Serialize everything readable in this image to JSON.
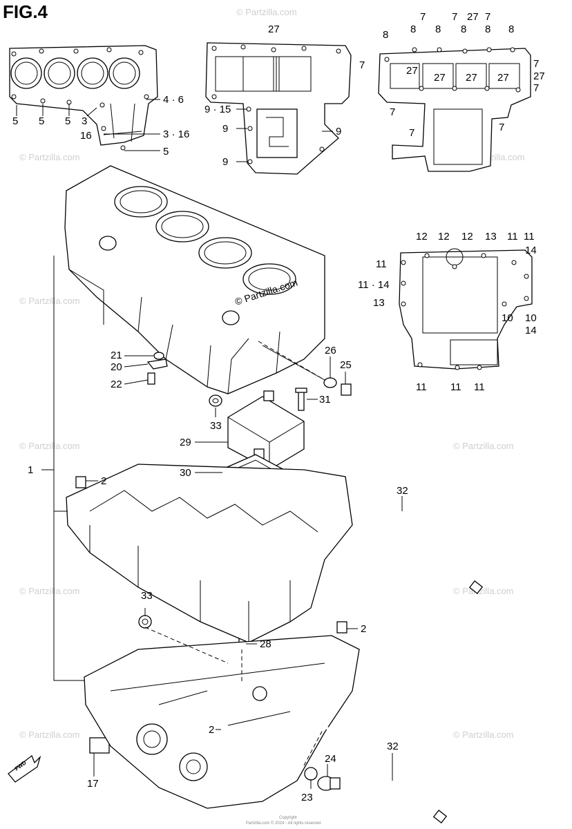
{
  "figure": {
    "title": "FIG.4"
  },
  "watermark": {
    "text": "© Partzilla.com"
  },
  "center_watermark": {
    "text": "© Partzilla.com"
  },
  "fwd_marker": {
    "text": "FWD"
  },
  "copyright": {
    "line1": "Copyright",
    "line2": "Partzilla.com © 2024 - All rights reserved"
  },
  "callouts": {
    "c1": "1",
    "c2a": "2",
    "c2b": "2",
    "c2c": "2",
    "c3": "3",
    "c3_16": "3 · 16",
    "c4_6": "4 · 6",
    "c5a": "5",
    "c5b": "5",
    "c5c": "5",
    "c5d": "5",
    "c7a": "7",
    "c7b": "7",
    "c7c": "7",
    "c7d": "7",
    "c7e": "7",
    "c7f": "7",
    "c7g": "7",
    "c7h": "7",
    "c7i": "7",
    "c8a": "8",
    "c8b": "8",
    "c8c": "8",
    "c8d": "8",
    "c8e": "8",
    "c8f": "8",
    "c9_15": "9 · 15",
    "c9a": "9",
    "c9b": "9",
    "c9c": "9",
    "c10a": "10",
    "c10b": "10",
    "c11a": "11",
    "c11b": "11",
    "c11c": "11",
    "c11d": "11",
    "c11e": "11",
    "c11f": "11",
    "c11_14": "11 · 14",
    "c12a": "12",
    "c12b": "12",
    "c12c": "12",
    "c13a": "13",
    "c13b": "13",
    "c14a": "14",
    "c14b": "14",
    "c16": "16",
    "c17": "17",
    "c20": "20",
    "c21": "21",
    "c22": "22",
    "c23": "23",
    "c24": "24",
    "c25": "25",
    "c26": "26",
    "c27a": "27",
    "c27b": "27",
    "c27c": "27",
    "c27d": "27",
    "c27e": "27",
    "c27f": "27",
    "c27g": "27",
    "c28": "28",
    "c29": "29",
    "c30": "30",
    "c31": "31",
    "c32a": "32",
    "c32b": "32",
    "c33a": "33",
    "c33b": "33"
  }
}
